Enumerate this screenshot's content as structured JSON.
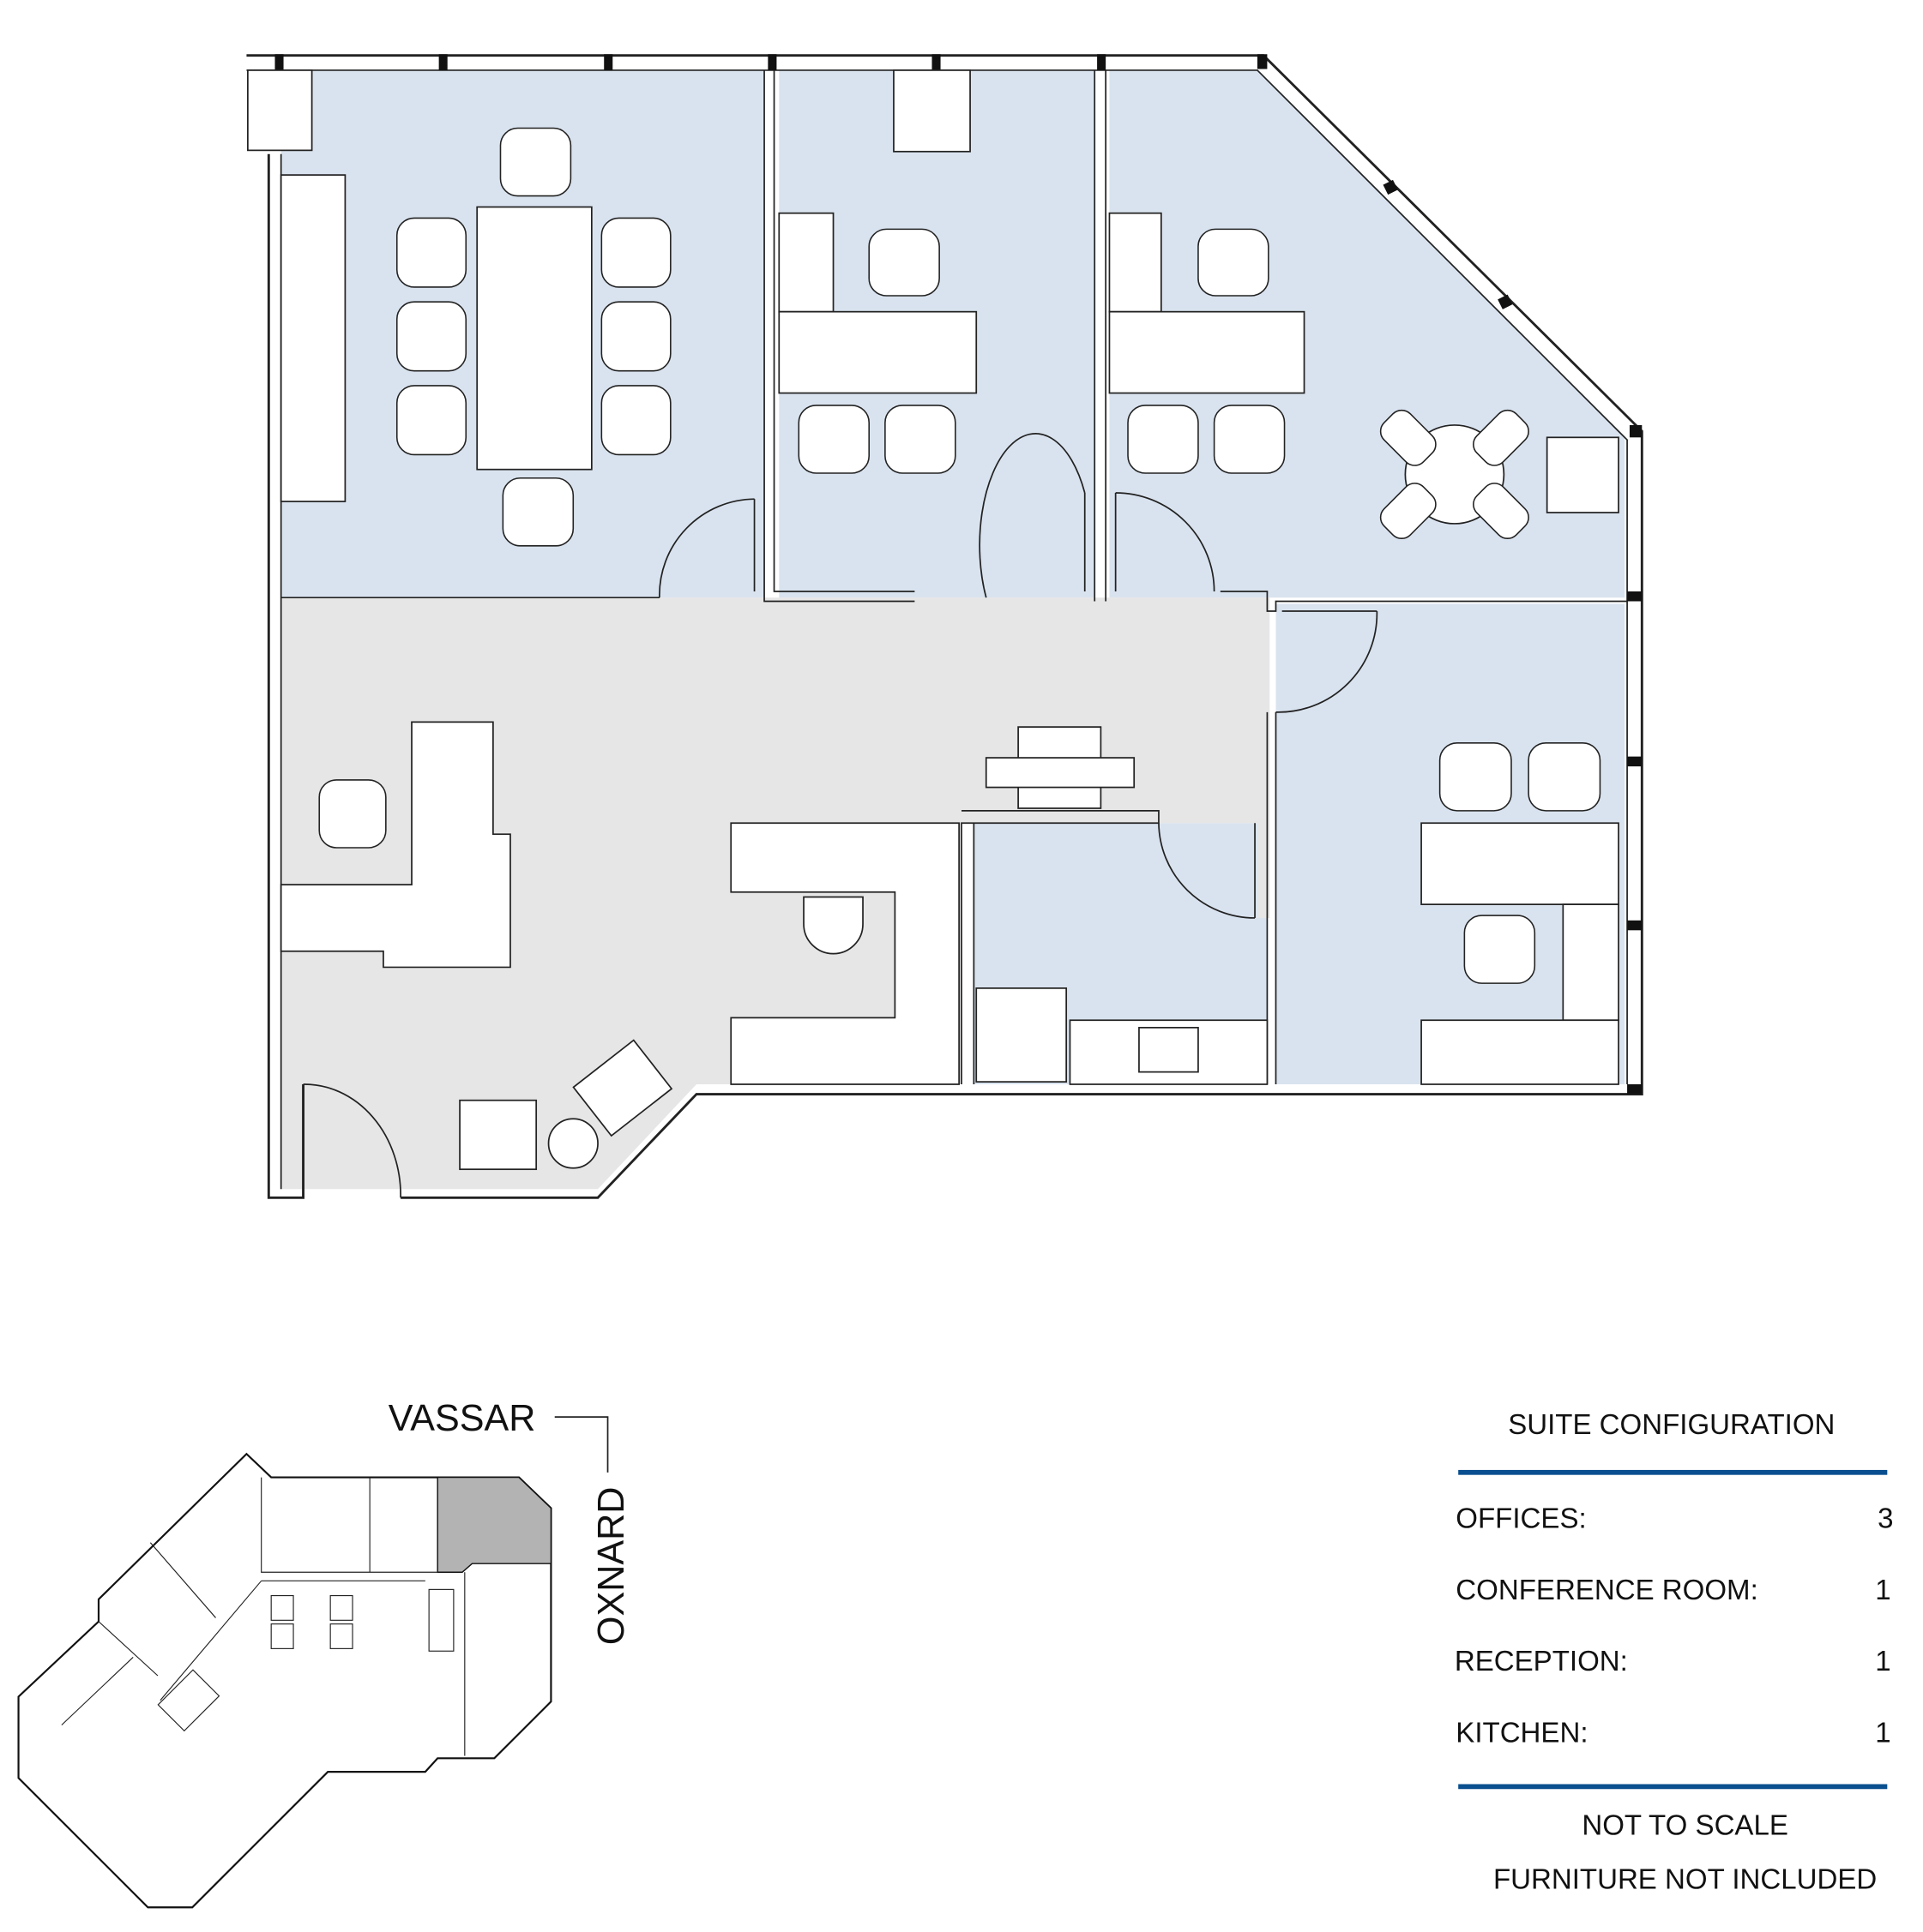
{
  "key_plan": {
    "street_north": "VASSAR",
    "street_east": "OXNARD"
  },
  "suite_configuration": {
    "title": "SUITE CONFIGURATION",
    "rows": [
      {
        "label": "OFFICES:",
        "value": "3"
      },
      {
        "label": "CONFERENCE ROOM:",
        "value": "1"
      },
      {
        "label": "RECEPTION:",
        "value": "1"
      },
      {
        "label": "KITCHEN:",
        "value": "1"
      }
    ],
    "notes": [
      "NOT TO SCALE",
      "FURNITURE NOT INCLUDED"
    ]
  },
  "colors": {
    "room_fill": "#d9e3ef",
    "corridor_fill": "#e6e6e6",
    "accent_rule": "#0a4f8f",
    "highlight_suite": "#b3b3b3"
  }
}
